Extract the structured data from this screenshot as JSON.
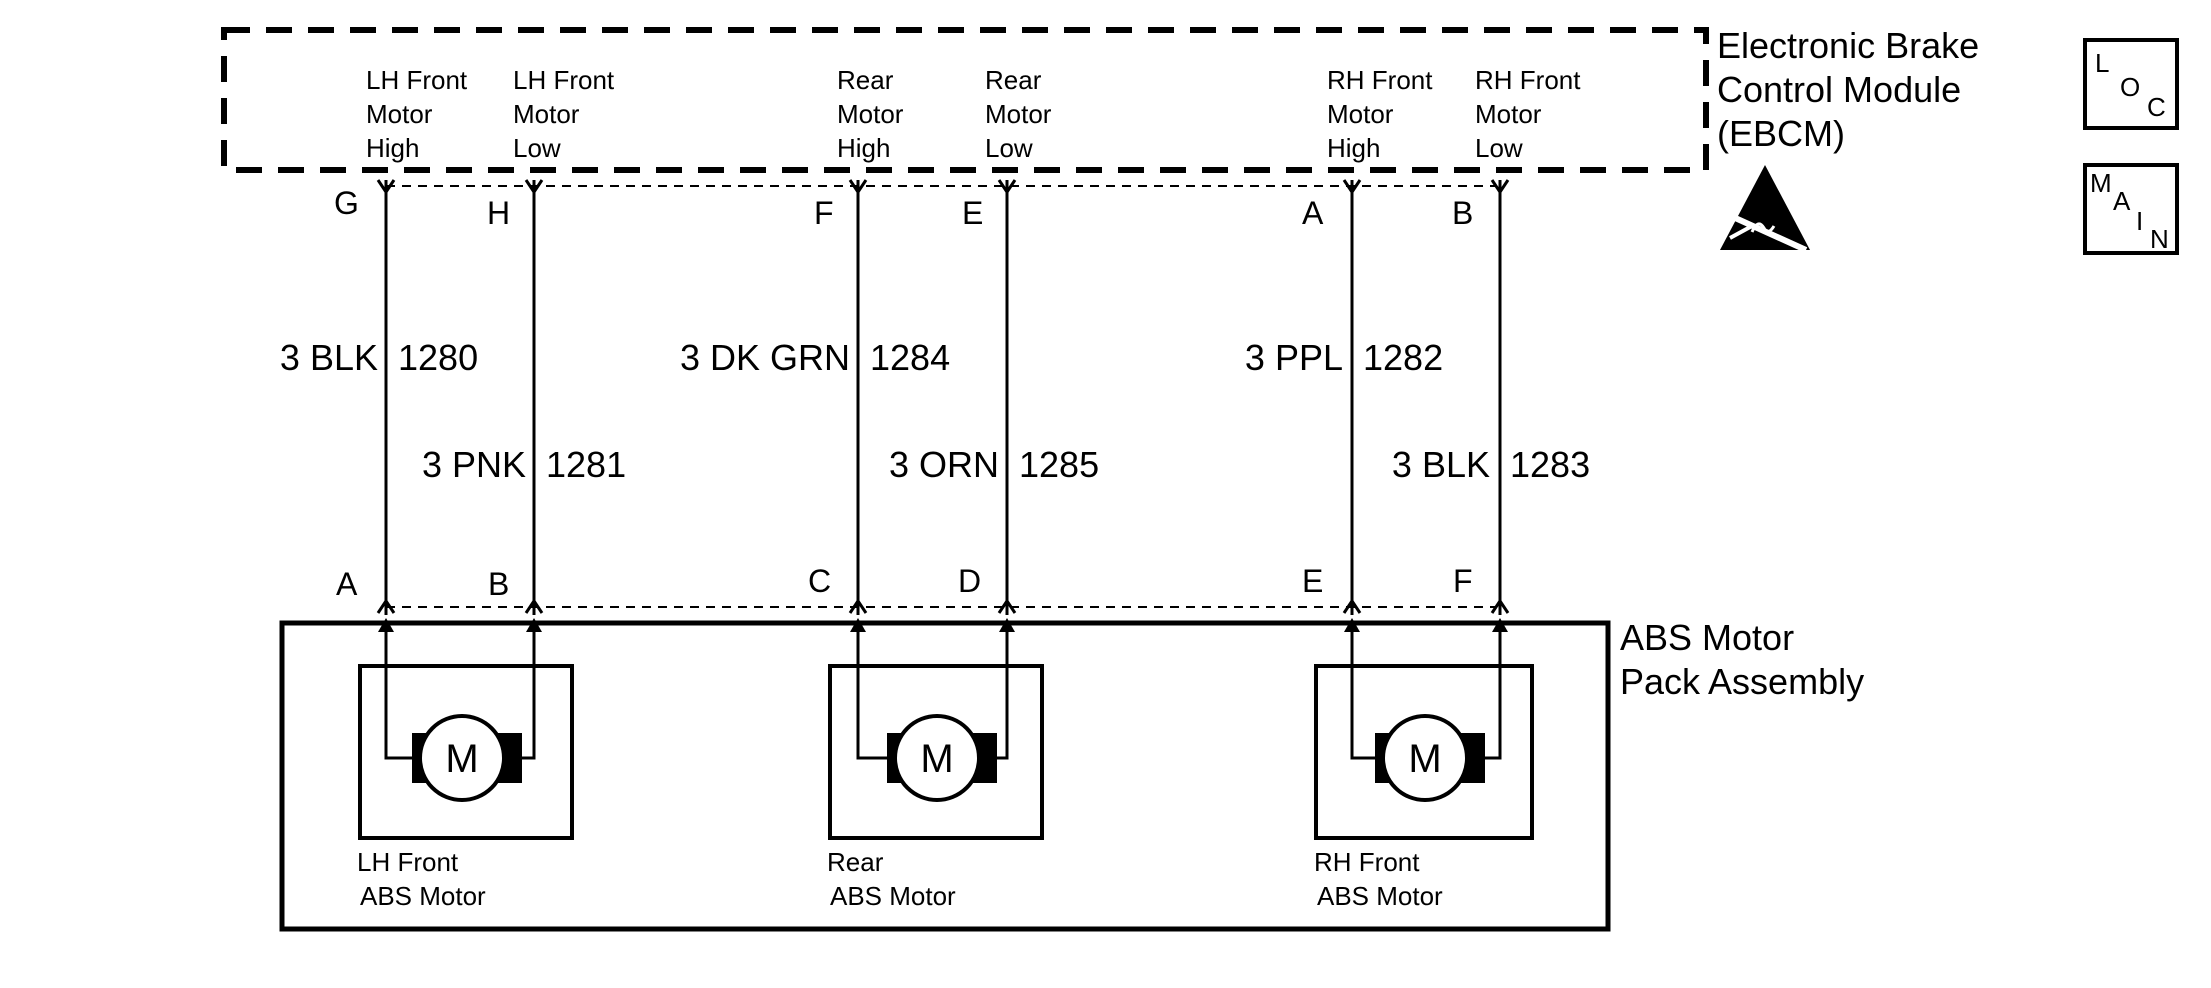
{
  "ebcm": {
    "title_lines": [
      "Electronic Brake",
      "Control Module",
      "(EBCM)"
    ],
    "outputs": [
      {
        "lines": [
          "LH Front",
          "Motor",
          "High"
        ],
        "pin": "G",
        "wire_color": "3 BLK",
        "circuit": "1280"
      },
      {
        "lines": [
          "LH Front",
          "Motor",
          "Low"
        ],
        "pin": "H",
        "wire_color": "3 PNK",
        "circuit": "1281"
      },
      {
        "lines": [
          "Rear",
          "Motor",
          "High"
        ],
        "pin": "F",
        "wire_color": "3 DK GRN",
        "circuit": "1284"
      },
      {
        "lines": [
          "Rear",
          "Motor",
          "Low"
        ],
        "pin": "E",
        "wire_color": "3 ORN",
        "circuit": "1285"
      },
      {
        "lines": [
          "RH Front",
          "Motor",
          "High"
        ],
        "pin": "A",
        "wire_color": "3 PPL",
        "circuit": "1282"
      },
      {
        "lines": [
          "RH Front",
          "Motor",
          "Low"
        ],
        "pin": "B",
        "wire_color": "3 BLK",
        "circuit": "1283"
      }
    ]
  },
  "motor_pack": {
    "title_lines": [
      "ABS Motor",
      "Pack Assembly"
    ],
    "pins": [
      "A",
      "B",
      "C",
      "D",
      "E",
      "F"
    ],
    "motors": [
      {
        "symbol": "M",
        "label_lines": [
          "LH Front",
          "ABS Motor"
        ]
      },
      {
        "symbol": "M",
        "label_lines": [
          "Rear",
          "ABS Motor"
        ]
      },
      {
        "symbol": "M",
        "label_lines": [
          "RH Front",
          "ABS Motor"
        ]
      }
    ]
  },
  "badges": {
    "loc": [
      "L",
      "O",
      "C"
    ],
    "main": [
      "M",
      "A",
      "I",
      "N"
    ]
  },
  "icons": {
    "esd": "esd-warning-icon"
  },
  "colors": {
    "line": "#000000",
    "background": "#ffffff"
  }
}
